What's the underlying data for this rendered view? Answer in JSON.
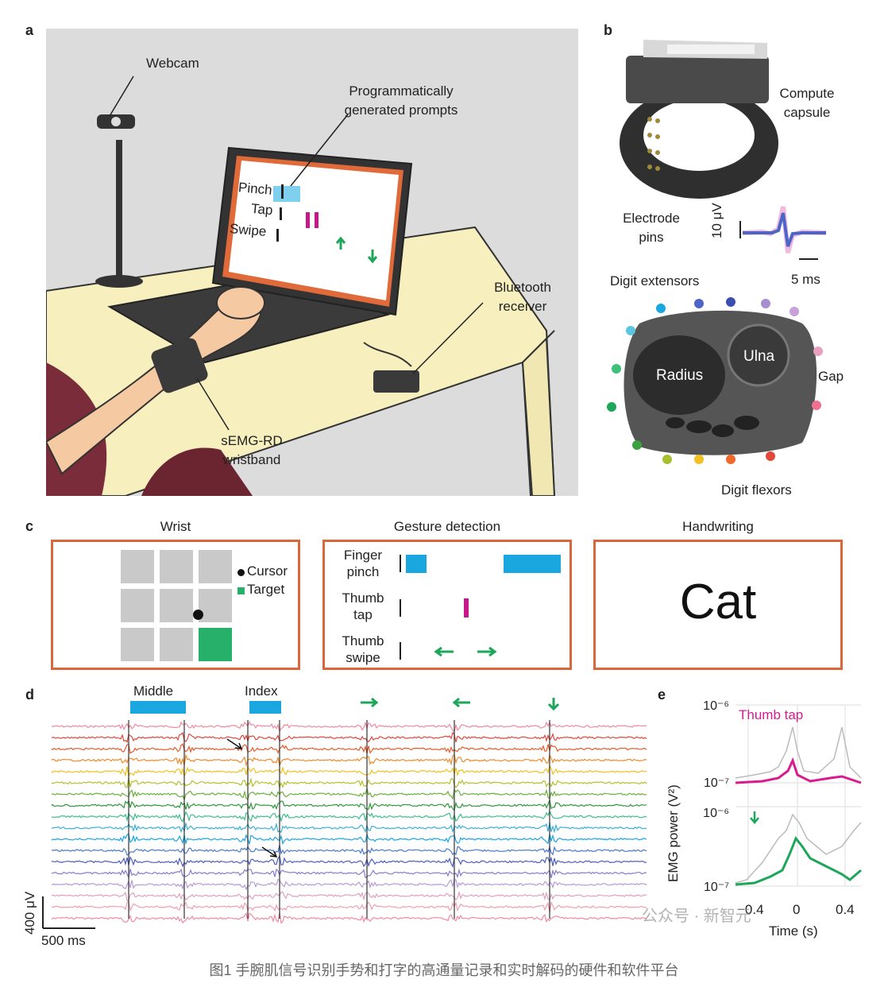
{
  "panels": {
    "a": {
      "label": "a",
      "webcam": "Webcam",
      "prompts": "Programmatically generated prompts",
      "screen_items": [
        "Pinch",
        "Tap",
        "Swipe"
      ],
      "bluetooth": "Bluetooth receiver",
      "wristband": "sEMG-RD wristband"
    },
    "b": {
      "label": "b",
      "compute": "Compute capsule",
      "electrode": "Electrode pins",
      "scale_v": "10 μV",
      "scale_t": "5 ms",
      "extensors": "Digit extensors",
      "ulna": "Ulna",
      "radius": "Radius",
      "gap": "Gap",
      "flexors": "Digit flexors"
    },
    "c": {
      "label": "c",
      "wrist_title": "Wrist",
      "cursor": "Cursor",
      "target": "Target",
      "gesture_title": "Gesture detection",
      "gestures": [
        "Finger pinch",
        "Thumb tap",
        "Thumb swipe"
      ],
      "hand_title": "Handwriting",
      "hand_text": "Cat"
    },
    "d": {
      "label": "d",
      "middle": "Middle",
      "index": "Index",
      "scale_v": "400 μV",
      "scale_t": "500 ms"
    },
    "e": {
      "label": "e",
      "thumb_tap": "Thumb tap",
      "ylabel": "EMG power (V²)",
      "xlabel": "Time (s)",
      "ticks_x": [
        "−0.4",
        "0",
        "0.4"
      ],
      "watermark": "公众号 · 新智元"
    }
  },
  "caption": "图1 手腕肌信号识别手势和打字的高通量记录和实时解码的硬件和软件平台",
  "colors": {
    "accent": "#d9673a",
    "blue": "#1aa7e0",
    "magenta": "#c8168c",
    "green": "#1ea65a"
  }
}
